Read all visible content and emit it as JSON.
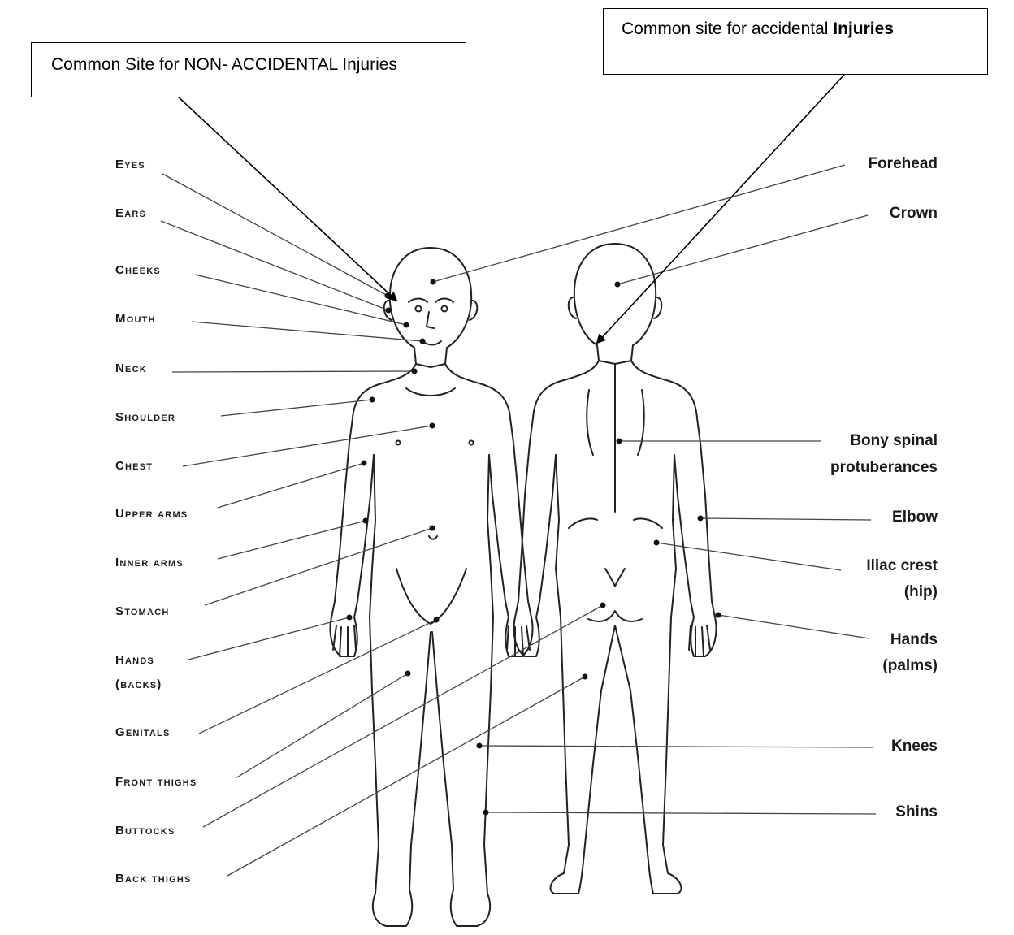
{
  "callouts": {
    "non_accidental": "Common Site for NON- ACCIDENTAL Injuries",
    "accidental_prefix": "Common site for accidental ",
    "accidental_bold": "Injuries"
  },
  "left_labels": {
    "eyes": "Eyes",
    "ears": "Ears",
    "cheeks": "Cheeks",
    "mouth": "Mouth",
    "neck": "Neck",
    "shoulder": "Shoulder",
    "chest": "Chest",
    "upper_arms": "Upper arms",
    "inner_arms": "Inner arms",
    "stomach": "Stomach",
    "hands_1": "Hands",
    "hands_2": "(backs)",
    "genitals": "Genitals",
    "front_thighs": "Front thighs",
    "buttocks": "Buttocks",
    "back_thighs": "Back thighs"
  },
  "right_labels": {
    "forehead": "Forehead",
    "crown": "Crown",
    "spinal_1": "Bony spinal",
    "spinal_2": "protuberances",
    "elbow": "Elbow",
    "iliac_1": "Iliac crest",
    "iliac_2": "(hip)",
    "palms_1": "Hands",
    "palms_2": "(palms)",
    "knees": "Knees",
    "shins": "Shins"
  }
}
